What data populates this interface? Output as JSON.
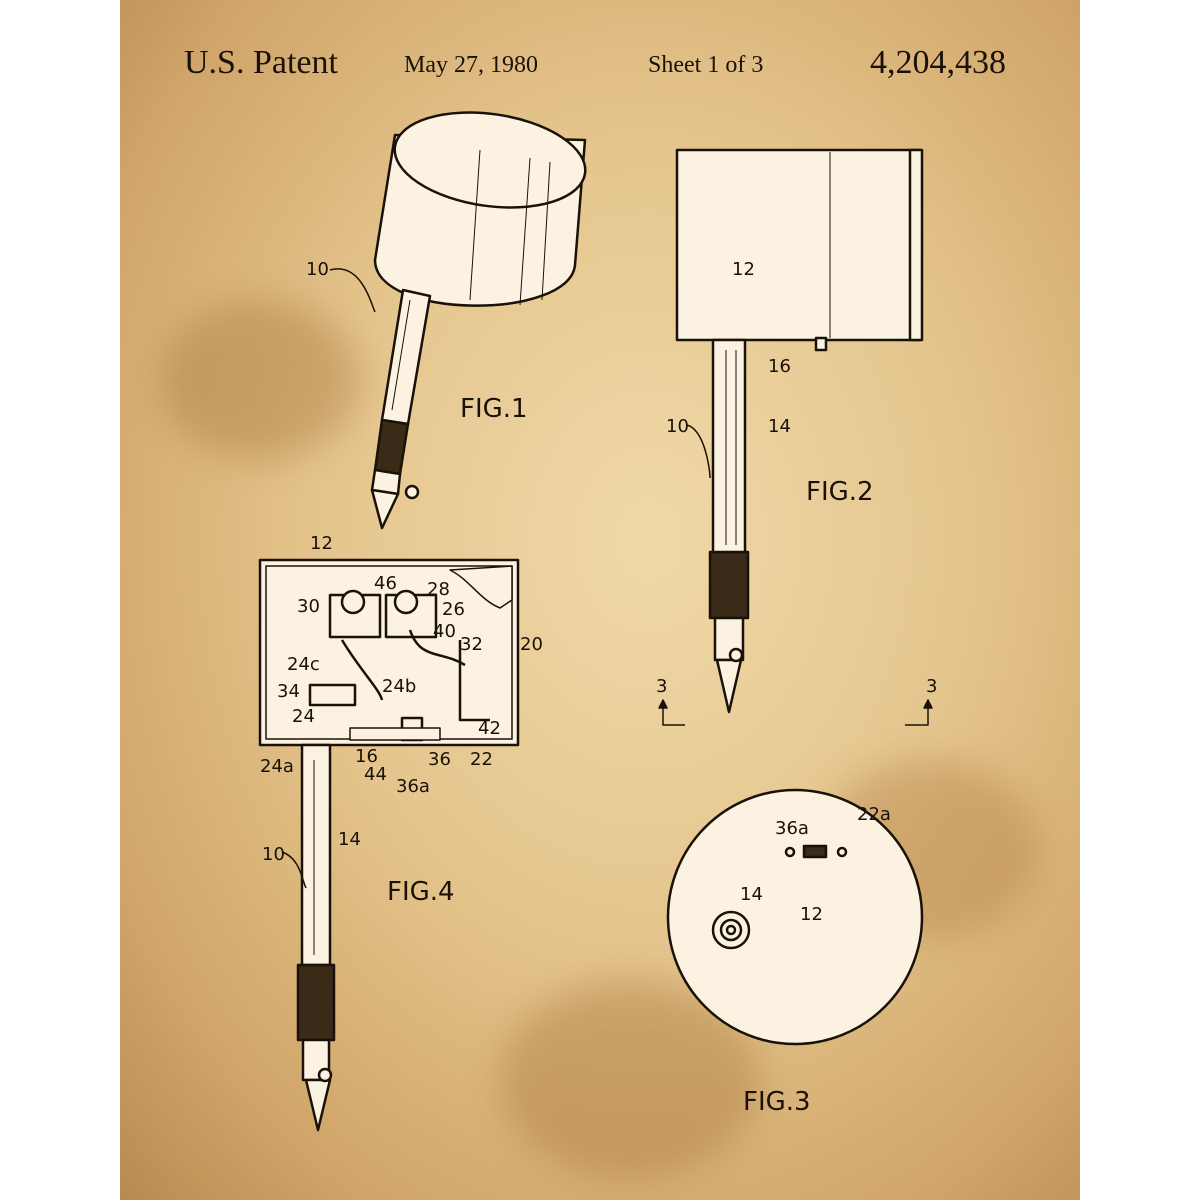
{
  "header": {
    "title": "U.S. Patent",
    "date": "May 27, 1980",
    "sheet": "Sheet 1 of 3",
    "patent_number": "4,204,438"
  },
  "figures": {
    "fig1": "FIG.1",
    "fig2": "FIG.2",
    "fig3": "FIG.3",
    "fig4": "FIG.4"
  },
  "refs": {
    "r10": "10",
    "r12": "12",
    "r14": "14",
    "r16": "16",
    "r20": "20",
    "r22": "22",
    "r22a": "22a",
    "r24": "24",
    "r24a": "24a",
    "r24b": "24b",
    "r24c": "24c",
    "r26": "26",
    "r28": "28",
    "r30": "30",
    "r32": "32",
    "r34": "34",
    "r36": "36",
    "r36a": "36a",
    "r40": "40",
    "r42": "42",
    "r44": "44",
    "r46": "46",
    "r3": "3"
  },
  "colors": {
    "paper": "#e4c48c",
    "ink": "#1a1208",
    "fill": "#fbf2e2"
  }
}
